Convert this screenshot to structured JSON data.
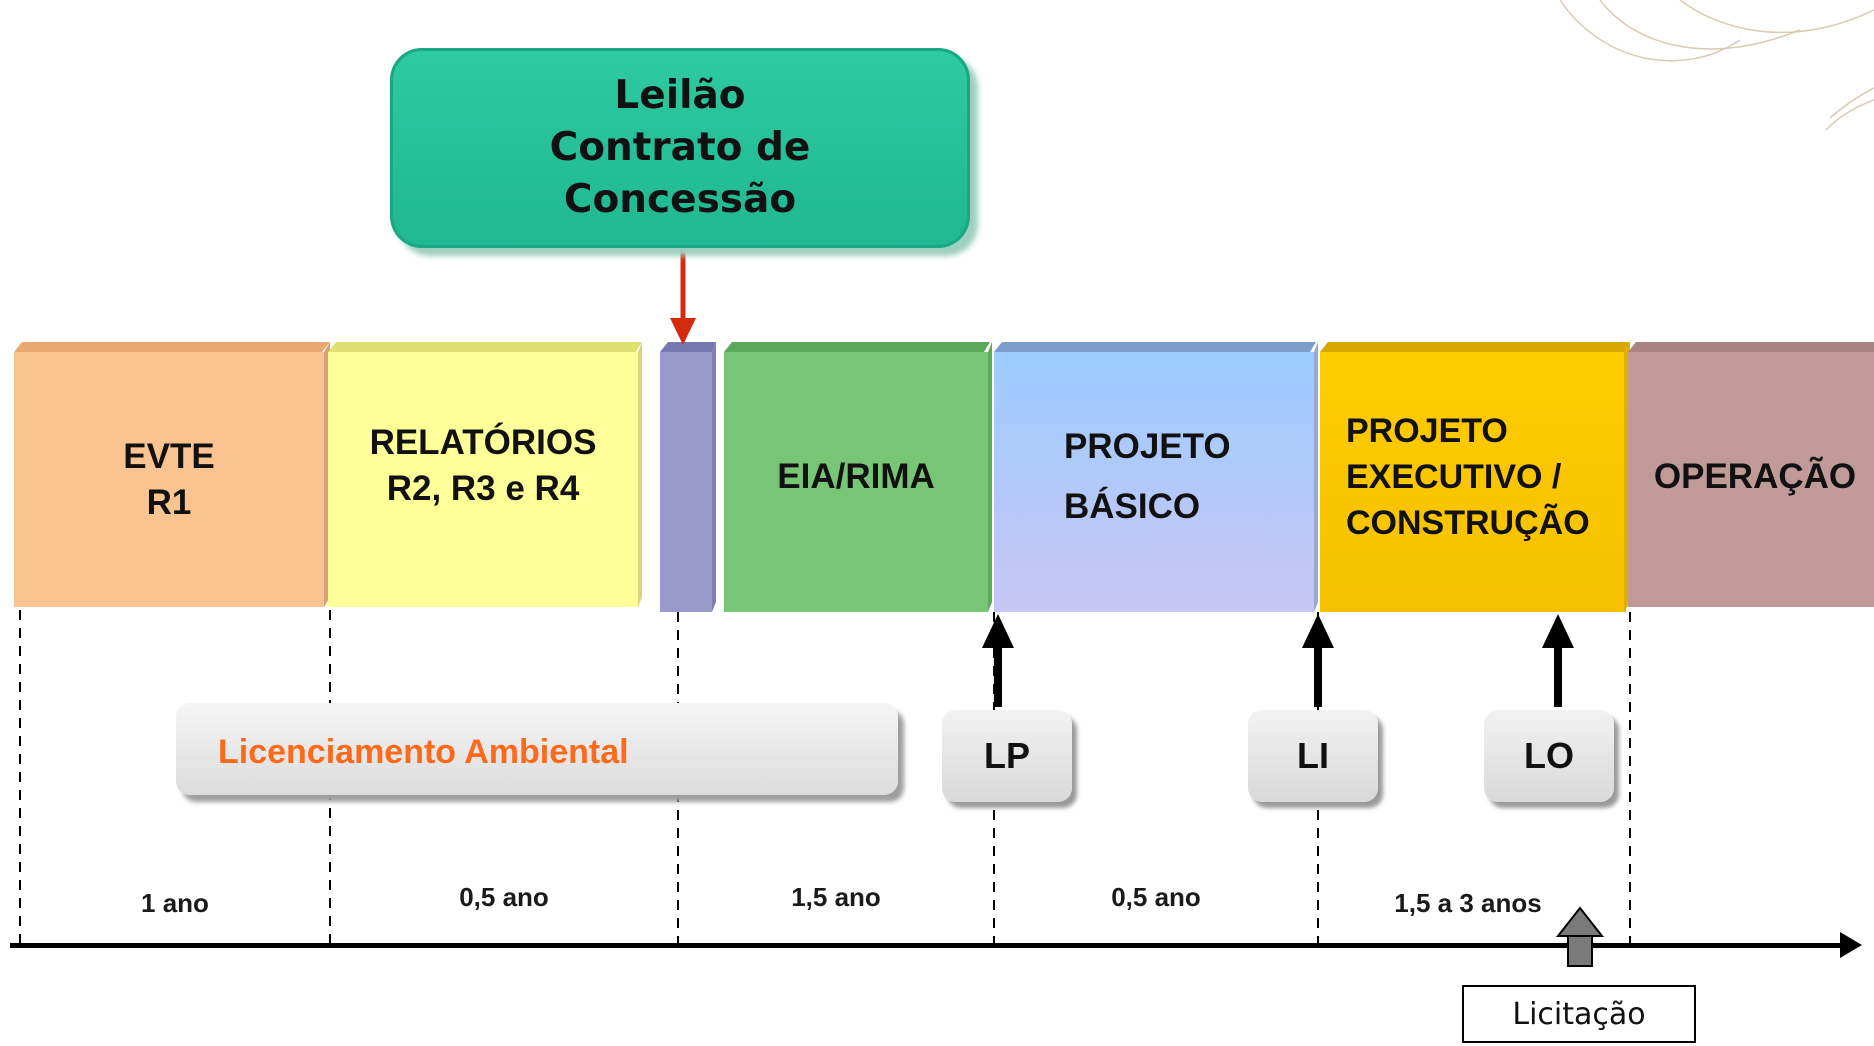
{
  "leilao": {
    "lines": [
      "Leilão",
      "Contrato de",
      "Concessão"
    ]
  },
  "phases": [
    {
      "id": "evte",
      "lines": [
        "EVTE",
        "R1"
      ],
      "color": "#fac490"
    },
    {
      "id": "relatorios",
      "lines": [
        "RELATÓRIOS",
        "R2, R3 e R4"
      ],
      "color": "#ffff99"
    },
    {
      "id": "leilao-marker",
      "lines": [],
      "color": "#9999cc"
    },
    {
      "id": "eia-rima",
      "lines": [
        "EIA/RIMA"
      ],
      "color": "#77c576"
    },
    {
      "id": "projeto-basico",
      "lines": [
        "PROJETO",
        "BÁSICO"
      ],
      "color": "#99ccff"
    },
    {
      "id": "projeto-executivo",
      "lines": [
        "PROJETO",
        "EXECUTIVO /",
        "CONSTRUÇÃO"
      ],
      "color": "#ffcc00"
    },
    {
      "id": "operacao",
      "lines": [
        "OPERAÇÃO"
      ],
      "color": "#c09a97"
    }
  ],
  "licenciamento": {
    "label": "Licenciamento Ambiental",
    "arrow_color": "#ff6600"
  },
  "licenses": [
    {
      "id": "lp",
      "label": "LP"
    },
    {
      "id": "li",
      "label": "LI"
    },
    {
      "id": "lo",
      "label": "LO"
    }
  ],
  "durations": [
    {
      "id": "d1",
      "label": "1 ano"
    },
    {
      "id": "d2",
      "label": "0,5 ano"
    },
    {
      "id": "d3",
      "label": "1,5 ano"
    },
    {
      "id": "d4",
      "label": "0,5 ano"
    },
    {
      "id": "d5",
      "label": "1,5 a 3 anos"
    }
  ],
  "licitacao": {
    "label": "Licitação"
  }
}
